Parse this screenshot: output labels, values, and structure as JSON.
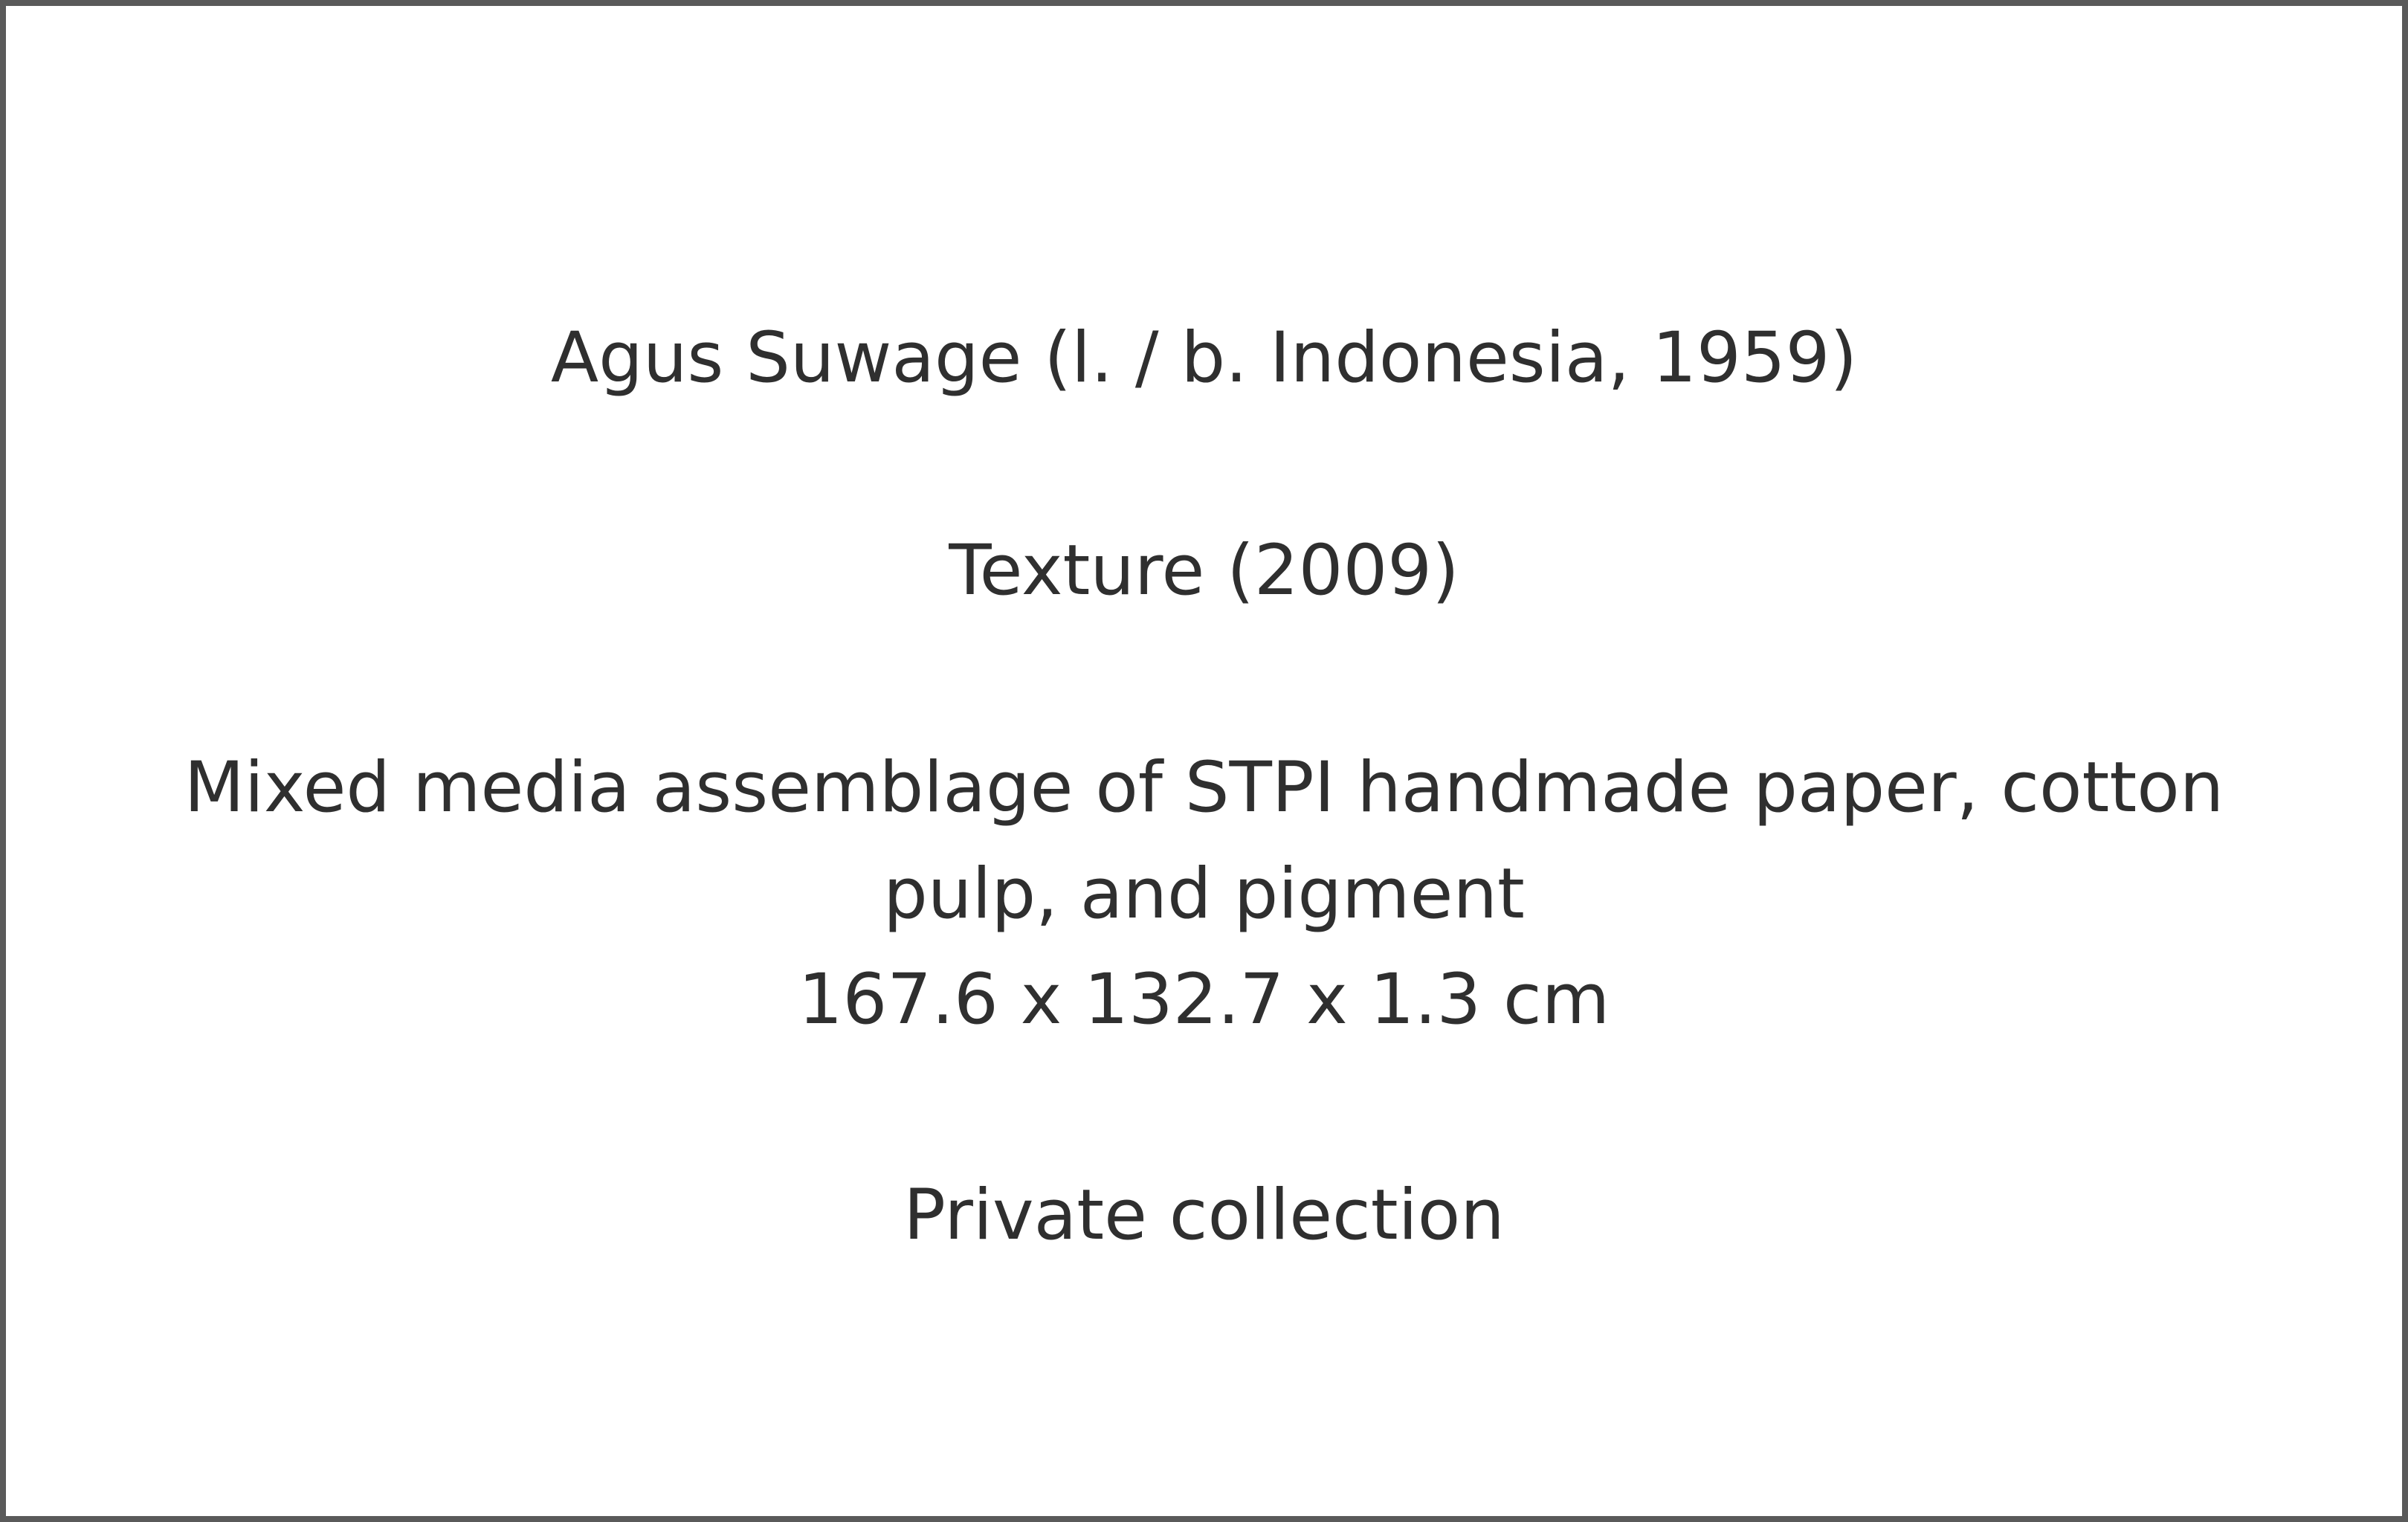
{
  "label": {
    "artist_line": "Agus Suwage (l. / b. Indonesia, 1959)",
    "title_line": "Texture (2009)",
    "medium_line_1": "Mixed media assemblage of STPI handmade paper, cotton",
    "medium_line_2": "pulp, and pigment",
    "dimensions": "167.6 x 132.7 x 1.3 cm",
    "collection": "Private collection"
  },
  "colors": {
    "text": "#2f2f2f",
    "border": "#5a5a5a",
    "background": "#ffffff"
  }
}
